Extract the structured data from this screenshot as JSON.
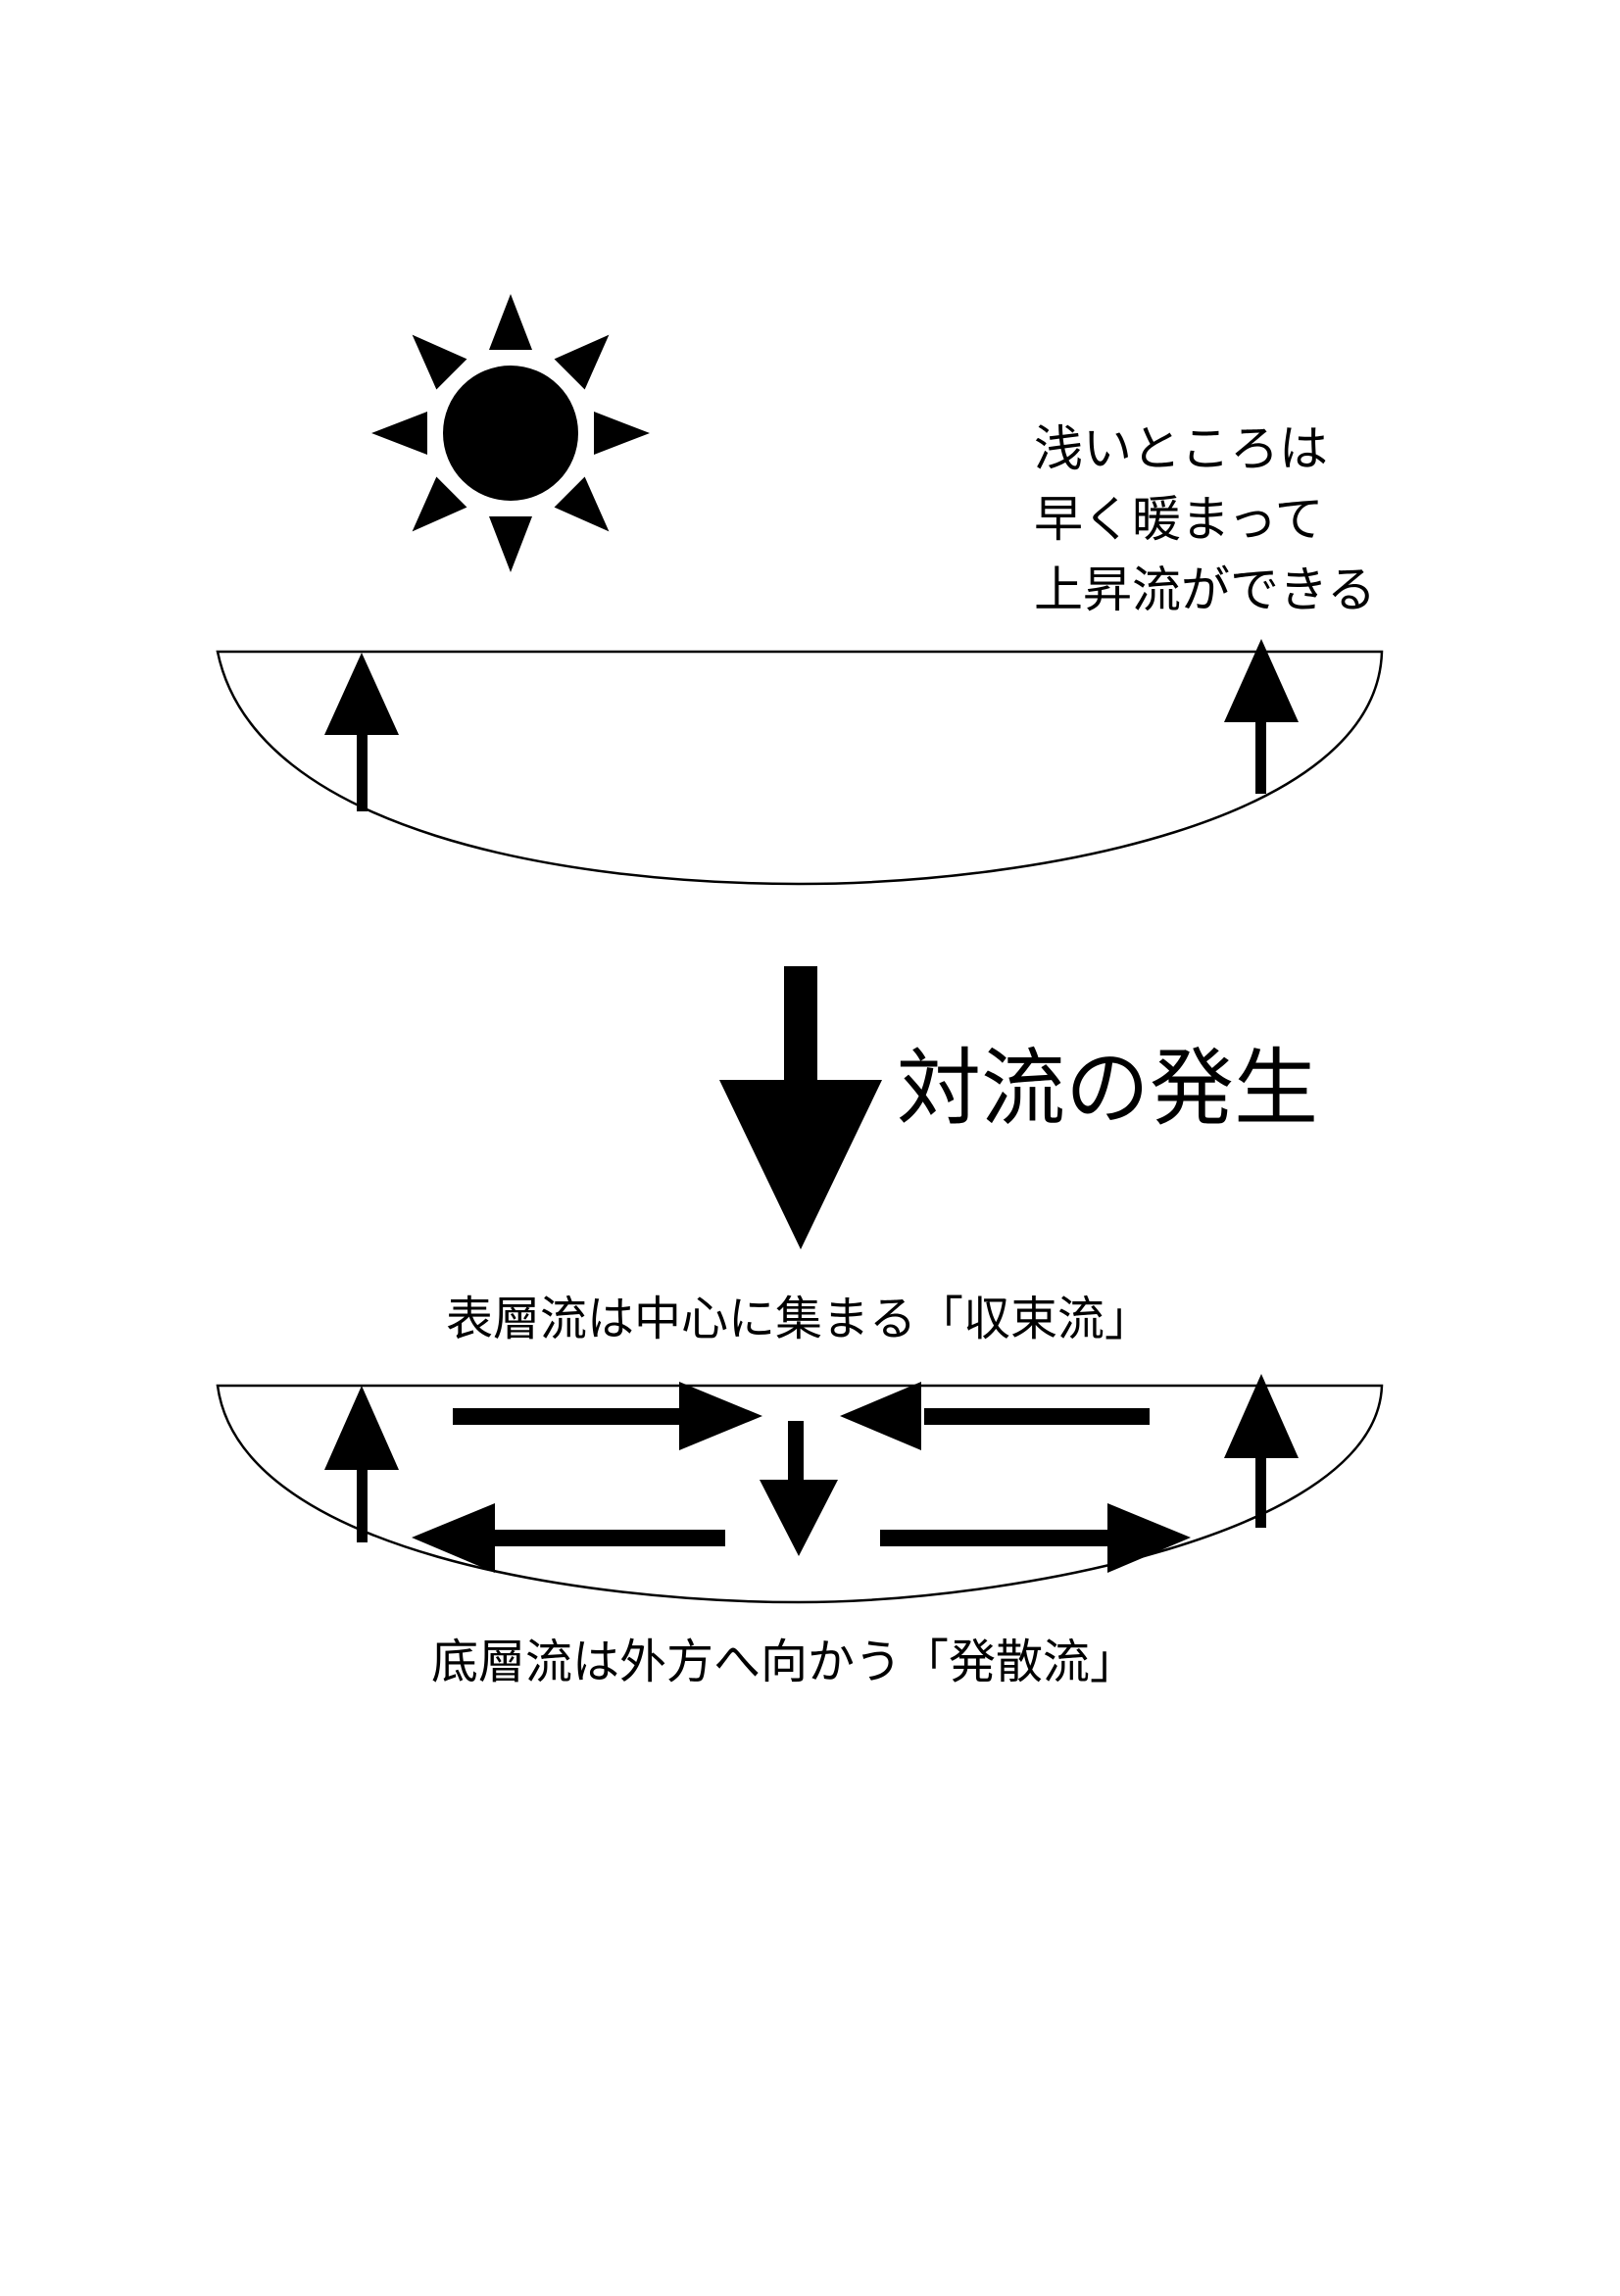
{
  "labels": {
    "shallow_note": [
      "浅いところは",
      "早く暖まって",
      "上昇流ができる"
    ],
    "convection": "対流の発生",
    "surface_flow": "表層流は中心に集まる「収束流」",
    "bottom_flow": "底層流は外方へ向かう「発散流」"
  },
  "colors": {
    "ink": "#000000",
    "paper": "#ffffff"
  },
  "icons": {
    "sun": "sun-icon"
  }
}
